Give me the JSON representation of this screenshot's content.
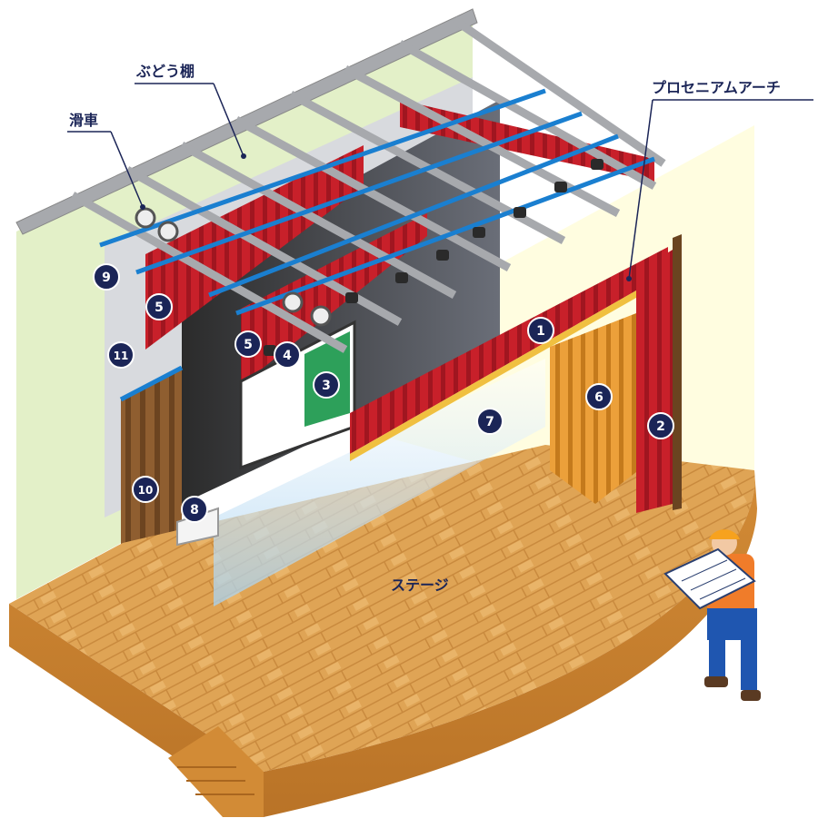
{
  "labels": {
    "grid": "ぶどう棚",
    "pulley": "滑車",
    "proscenium": "プロセニアムアーチ",
    "stage": "ステージ"
  },
  "markers": [
    "1",
    "2",
    "3",
    "4",
    "5",
    "5",
    "6",
    "7",
    "8",
    "9",
    "10",
    "11"
  ],
  "colors": {
    "label_navy": "#1b2557",
    "marker_fill": "#1b2557",
    "floor": "#d9a050",
    "curtain_red": "#c8202a",
    "curtain_orange": "#e8962a",
    "curtain_brown": "#8a5a2e",
    "curtain_blue": "#cfe4f5",
    "pipe_blue": "#1a7fd0",
    "grid_gray": "#a7a9ad",
    "wall_green": "#e3f0c8",
    "wall_cream": "#fffde0",
    "screen_green": "#2da05a"
  }
}
